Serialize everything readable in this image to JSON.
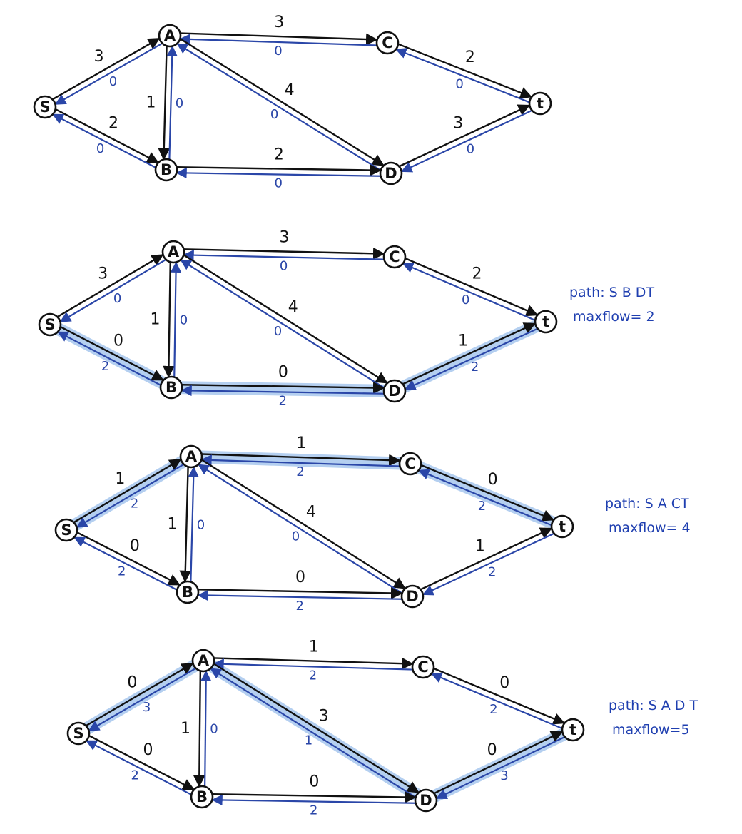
{
  "colors": {
    "forward": "#111111",
    "residual": "#2a46a8",
    "highlight": "#9cc0ec",
    "note": "#1f3fb0"
  },
  "panels": [
    {
      "id": "p1",
      "nodes": [
        {
          "id": "S",
          "label": "S"
        },
        {
          "id": "A",
          "label": "A"
        },
        {
          "id": "B",
          "label": "B"
        },
        {
          "id": "C",
          "label": "C"
        },
        {
          "id": "D",
          "label": "D"
        },
        {
          "id": "t",
          "label": "t"
        }
      ],
      "edges": [
        {
          "from": "S",
          "to": "A",
          "forward": "3",
          "residual": "0",
          "highlight": false
        },
        {
          "from": "S",
          "to": "B",
          "forward": "2",
          "residual": "0",
          "highlight": false
        },
        {
          "from": "A",
          "to": "B",
          "forward": "1",
          "residual": "0",
          "highlight": false
        },
        {
          "from": "A",
          "to": "C",
          "forward": "3",
          "residual": "0",
          "highlight": false
        },
        {
          "from": "A",
          "to": "D",
          "forward": "4",
          "residual": "0",
          "highlight": false
        },
        {
          "from": "B",
          "to": "D",
          "forward": "2",
          "residual": "0",
          "highlight": false
        },
        {
          "from": "C",
          "to": "t",
          "forward": "2",
          "residual": "0",
          "highlight": false
        },
        {
          "from": "D",
          "to": "t",
          "forward": "3",
          "residual": "0",
          "highlight": false
        }
      ],
      "note": null
    },
    {
      "id": "p2",
      "nodes": [
        {
          "id": "S",
          "label": "S"
        },
        {
          "id": "A",
          "label": "A"
        },
        {
          "id": "B",
          "label": "B"
        },
        {
          "id": "C",
          "label": "C"
        },
        {
          "id": "D",
          "label": "D"
        },
        {
          "id": "t",
          "label": "t"
        }
      ],
      "edges": [
        {
          "from": "S",
          "to": "A",
          "forward": "3",
          "residual": "0",
          "highlight": false
        },
        {
          "from": "S",
          "to": "B",
          "forward": "0",
          "residual": "2",
          "highlight": true
        },
        {
          "from": "A",
          "to": "B",
          "forward": "1",
          "residual": "0",
          "highlight": false
        },
        {
          "from": "A",
          "to": "C",
          "forward": "3",
          "residual": "0",
          "highlight": false
        },
        {
          "from": "A",
          "to": "D",
          "forward": "4",
          "residual": "0",
          "highlight": false
        },
        {
          "from": "B",
          "to": "D",
          "forward": "0",
          "residual": "2",
          "highlight": true
        },
        {
          "from": "C",
          "to": "t",
          "forward": "2",
          "residual": "0",
          "highlight": false
        },
        {
          "from": "D",
          "to": "t",
          "forward": "1",
          "residual": "2",
          "highlight": true
        }
      ],
      "note": {
        "path": "path: S B DT",
        "maxflow": "maxflow= 2"
      }
    },
    {
      "id": "p3",
      "nodes": [
        {
          "id": "S",
          "label": "S"
        },
        {
          "id": "A",
          "label": "A"
        },
        {
          "id": "B",
          "label": "B"
        },
        {
          "id": "C",
          "label": "C"
        },
        {
          "id": "D",
          "label": "D"
        },
        {
          "id": "t",
          "label": "t"
        }
      ],
      "edges": [
        {
          "from": "S",
          "to": "A",
          "forward": "1",
          "residual": "2",
          "highlight": true
        },
        {
          "from": "S",
          "to": "B",
          "forward": "0",
          "residual": "2",
          "highlight": false
        },
        {
          "from": "A",
          "to": "B",
          "forward": "1",
          "residual": "0",
          "highlight": false
        },
        {
          "from": "A",
          "to": "C",
          "forward": "1",
          "residual": "2",
          "highlight": true
        },
        {
          "from": "A",
          "to": "D",
          "forward": "4",
          "residual": "0",
          "highlight": false
        },
        {
          "from": "B",
          "to": "D",
          "forward": "0",
          "residual": "2",
          "highlight": false
        },
        {
          "from": "C",
          "to": "t",
          "forward": "0",
          "residual": "2",
          "highlight": true
        },
        {
          "from": "D",
          "to": "t",
          "forward": "1",
          "residual": "2",
          "highlight": false
        }
      ],
      "note": {
        "path": "path: S A CT",
        "maxflow": "maxflow= 4"
      }
    },
    {
      "id": "p4",
      "nodes": [
        {
          "id": "S",
          "label": "S"
        },
        {
          "id": "A",
          "label": "A"
        },
        {
          "id": "B",
          "label": "B"
        },
        {
          "id": "C",
          "label": "C"
        },
        {
          "id": "D",
          "label": "D"
        },
        {
          "id": "t",
          "label": "t"
        }
      ],
      "edges": [
        {
          "from": "S",
          "to": "A",
          "forward": "0",
          "residual": "3",
          "highlight": true
        },
        {
          "from": "S",
          "to": "B",
          "forward": "0",
          "residual": "2",
          "highlight": false
        },
        {
          "from": "A",
          "to": "B",
          "forward": "1",
          "residual": "0",
          "highlight": false
        },
        {
          "from": "A",
          "to": "C",
          "forward": "1",
          "residual": "2",
          "highlight": false
        },
        {
          "from": "A",
          "to": "D",
          "forward": "3",
          "residual": "1",
          "highlight": true
        },
        {
          "from": "B",
          "to": "D",
          "forward": "0",
          "residual": "2",
          "highlight": false
        },
        {
          "from": "C",
          "to": "t",
          "forward": "0",
          "residual": "2",
          "highlight": false
        },
        {
          "from": "D",
          "to": "t",
          "forward": "0",
          "residual": "3",
          "highlight": true
        }
      ],
      "note": {
        "path": "path: S A D T",
        "maxflow": "maxflow=5"
      }
    }
  ]
}
